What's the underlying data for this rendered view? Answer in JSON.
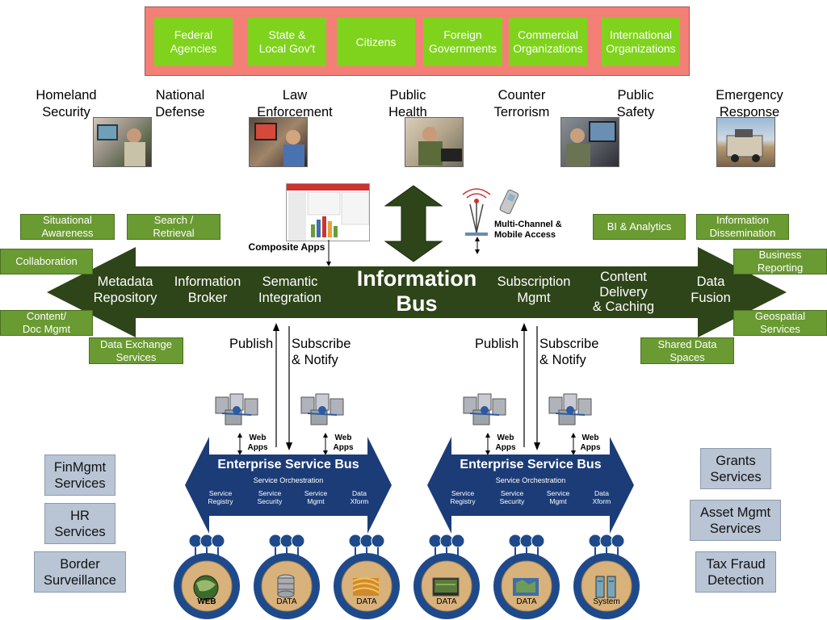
{
  "stakeholders": [
    "Federal\nAgencies",
    "State &\nLocal Gov't",
    "Citizens",
    "Foreign\nGovernments",
    "Commercial\nOrganizations",
    "International\nOrganizations"
  ],
  "missions": [
    "Homeland\nSecurity",
    "National\nDefense",
    "Law\nEnforcement",
    "Public\nHealth",
    "Counter\nTerrorism",
    "Public\nSafety",
    "Emergency\nResponse"
  ],
  "left_services": [
    "Situational\nAwareness",
    "Search /\nRetrieval",
    "Collaboration",
    "Content/\nDoc Mgmt",
    "Data Exchange\nServices"
  ],
  "right_services": [
    "BI & Analytics",
    "Information\nDissemination",
    "Business\nReporting",
    "Geospatial\nServices",
    "Shared Data\nSpaces"
  ],
  "composite_apps": "Composite Apps",
  "multichannel": "Multi-Channel &\nMobile Access",
  "info_bus": {
    "title": "Information\nBus",
    "items": [
      "Metadata\nRepository",
      "Information\nBroker",
      "Semantic\nIntegration",
      "Subscription\nMgmt",
      "Content\nDelivery\n& Caching",
      "Data\nFusion"
    ]
  },
  "pubsub": {
    "publish": "Publish",
    "subscribe": "Subscribe\n& Notify"
  },
  "web_apps": "Web\nApps",
  "esb": {
    "title": "Enterprise Service Bus",
    "orchestration": "Service Orchestration",
    "services": [
      "Service\nRegistry",
      "Service\nSecurity",
      "Service\nMgmt",
      "Data\nXform"
    ]
  },
  "left_gray": [
    "FinMgmt\nServices",
    "HR\nServices",
    "Border\nSurveillance"
  ],
  "right_gray": [
    "Grants\nServices",
    "Asset Mgmt\nServices",
    "Tax Fraud\nDetection"
  ],
  "data_nodes": [
    "WEB",
    "DATA",
    "DATA",
    "DATA",
    "DATA",
    "System"
  ],
  "colors": {
    "banner": "#f47f77",
    "stakeholder_box": "#7fd31c",
    "service_green": "#6a9a32",
    "info_bus": "#2e4419",
    "esb": "#1c3c78",
    "gray_box": "#b9c5d5",
    "node_blue": "#1e4a8c",
    "node_tan": "#d8b27a"
  }
}
